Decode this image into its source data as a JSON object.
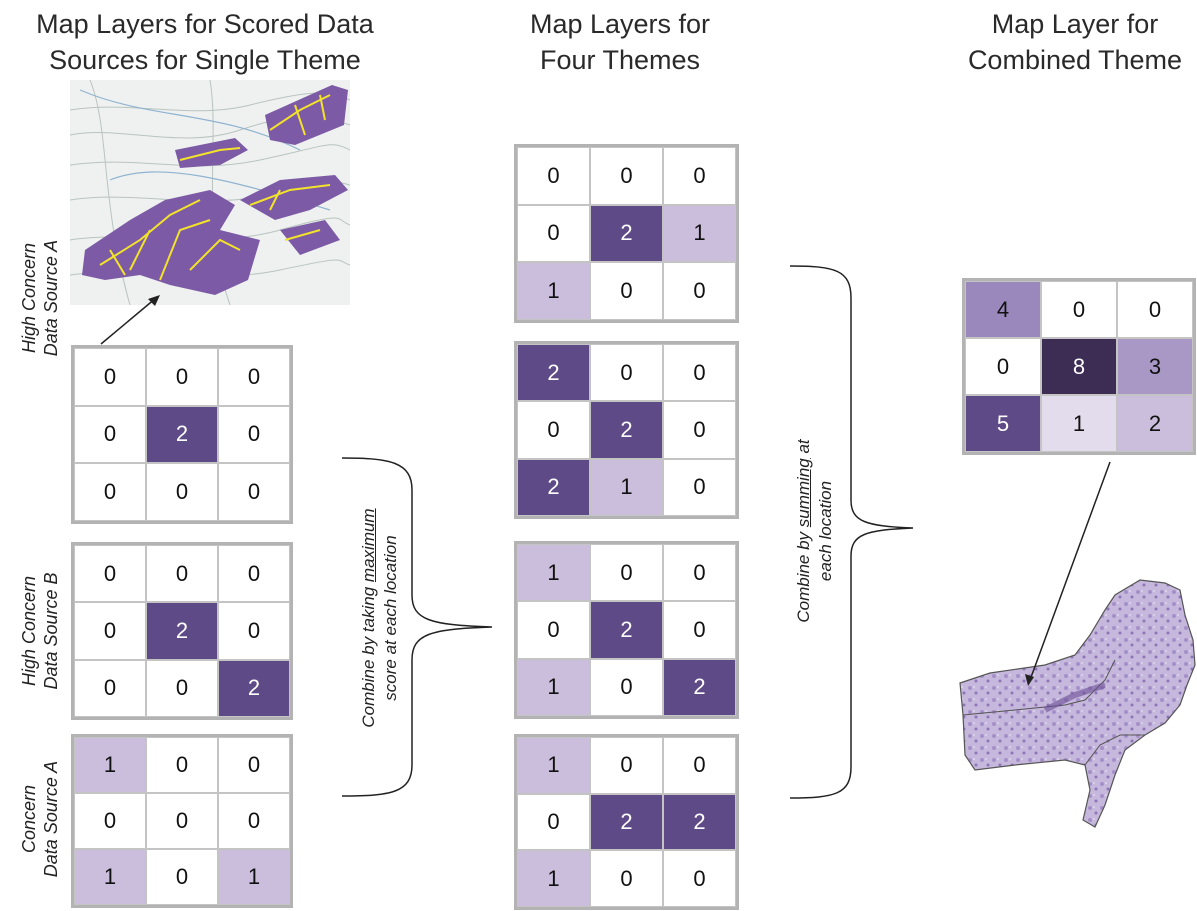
{
  "headings": {
    "col1": [
      "Map Layers for Scored Data",
      "Sources for Single Theme"
    ],
    "col2": [
      "Map Layers for",
      "Four Themes"
    ],
    "col3": [
      "Map Layer for",
      "Combined Theme"
    ]
  },
  "source_labels": {
    "a": [
      "High Concern",
      "Data Source A"
    ],
    "b": [
      "High Concern",
      "Data Source B"
    ],
    "c": [
      "Concern",
      "Data Source A"
    ]
  },
  "combine_max": {
    "line1_pre": "Combine by taking ",
    "line1_ul": "maximum",
    "line2": "score at each location"
  },
  "combine_sum": {
    "line1_pre": "Combine by ",
    "line1_ul": "summing",
    "line1_post": " at",
    "line2": "each location"
  },
  "grids": {
    "source_a": [
      "0",
      "0",
      "0",
      "0",
      "2",
      "0",
      "0",
      "0",
      "0"
    ],
    "source_b": [
      "0",
      "0",
      "0",
      "0",
      "2",
      "0",
      "0",
      "0",
      "2"
    ],
    "source_c": [
      "1",
      "0",
      "0",
      "0",
      "0",
      "0",
      "1",
      "0",
      "1"
    ],
    "theme_1": [
      "0",
      "0",
      "0",
      "0",
      "2",
      "1",
      "1",
      "0",
      "0"
    ],
    "theme_2": [
      "2",
      "0",
      "0",
      "0",
      "2",
      "0",
      "2",
      "1",
      "0"
    ],
    "theme_3": [
      "1",
      "0",
      "0",
      "0",
      "2",
      "0",
      "1",
      "0",
      "2"
    ],
    "theme_4": [
      "1",
      "0",
      "0",
      "0",
      "2",
      "2",
      "1",
      "0",
      "0"
    ],
    "combined": [
      "4",
      "0",
      "0",
      "0",
      "8",
      "3",
      "5",
      "1",
      "2"
    ]
  },
  "colors": {
    "score_1": "#cbbedc",
    "score_2": "#5e4a86",
    "combined_8": "#3d2c54",
    "map_purple": "#7d5aa6",
    "map_yellow": "#f2e22a"
  }
}
